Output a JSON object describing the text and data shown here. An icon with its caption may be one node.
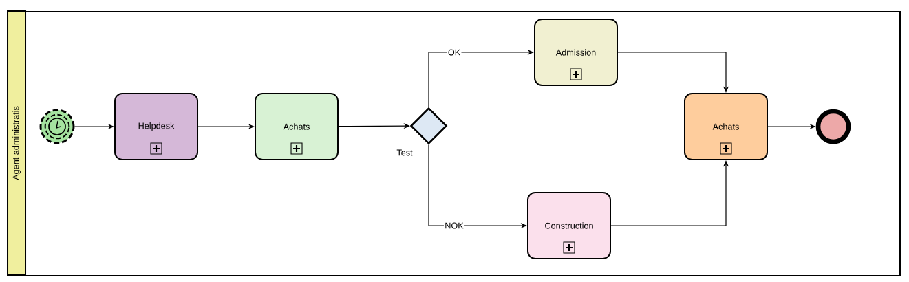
{
  "diagram": {
    "nodes": [
      {
        "text": [
          "Agent administratis"
        ]
      },
      {
        "text": [],
        "shape": "circle",
        "in": 0
      },
      {
        "text": [
          "Helpdesk"
        ],
        "in": 0
      },
      {
        "text": [
          "Achats"
        ],
        "in": 0
      },
      {
        "text": [],
        "shape": "diamond",
        "beside": [
          "Test"
        ],
        "in": 0
      },
      {
        "text": [
          "Admission"
        ],
        "in": 0
      },
      {
        "text": [
          "Construction"
        ],
        "in": 0
      },
      {
        "text": [
          "Achats"
        ],
        "in": 0
      },
      {
        "text": [],
        "shape": "circle",
        "in": 0
      }
    ],
    "edges": [
      {
        "from": 1,
        "to": 2,
        "arrow": "to"
      },
      {
        "from": 2,
        "to": 3,
        "arrow": "to"
      },
      {
        "from": 3,
        "to": 4,
        "arrow": "to"
      },
      {
        "from": 4,
        "to": 5,
        "arrow": "to",
        "label": "OK"
      },
      {
        "from": 4,
        "to": 6,
        "arrow": "to",
        "label": "NOK"
      },
      {
        "from": 5,
        "to": 7,
        "arrow": "to"
      },
      {
        "from": 6,
        "to": 7,
        "arrow": "to"
      },
      {
        "from": 7,
        "to": 8,
        "arrow": "to"
      }
    ]
  }
}
